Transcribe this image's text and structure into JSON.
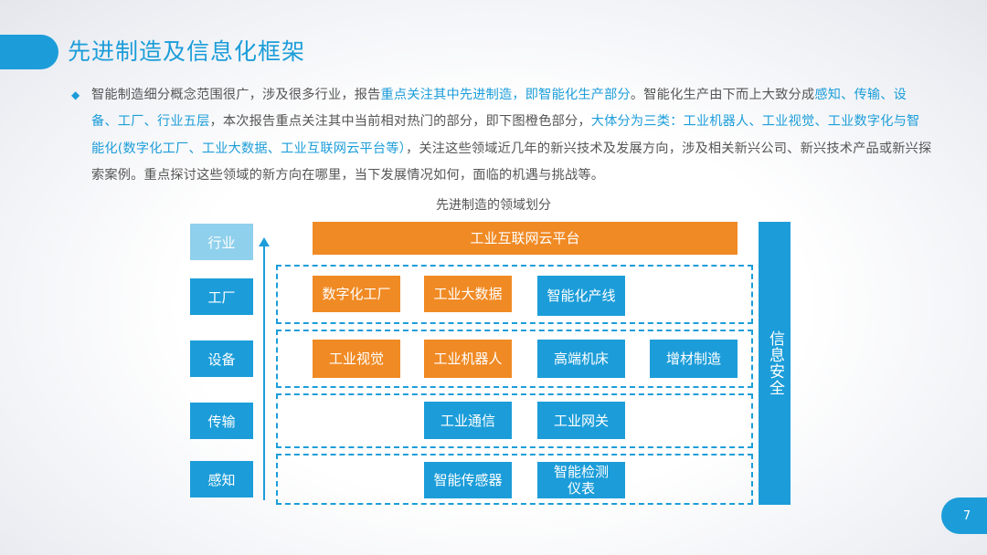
{
  "slide": {
    "title": "先进制造及信息化框架",
    "page_number": "7"
  },
  "paragraph": {
    "bullet": "◆",
    "seg1": "智能制造细分概念范围很广，涉及很多行业，报告",
    "seg2": "重点关注其中先进制造，即智能化生产部分",
    "seg3": "。智能化生产由下而上大致分成",
    "seg4": "感知、传输、设备、工厂、行业五层",
    "seg5": "，本次报告重点关注其中当前相对热门的部分，即下图橙色部分，",
    "seg6": "大体分为三类：工业机器人、工业视觉、工业数字化与智能化(数字化工厂、工业大数据、工业互联网云平台等）",
    "seg7": "，关注这些领域近几年的新兴技术及发展方向，涉及相关新兴公司、新兴技术产品或新兴探索案例。重点探讨这些领域的新方向在哪里，当下发展情况如何，面临的机遇与挑战等。"
  },
  "diagram": {
    "title": "先进制造的领域划分",
    "layers": {
      "industry": "行业",
      "factory": "工厂",
      "equipment": "设备",
      "transmission": "传输",
      "perception": "感知"
    },
    "boxes": {
      "cloud_platform": "工业互联网云平台",
      "digital_factory": "数字化工厂",
      "big_data": "工业大数据",
      "smart_line": "智能化产线",
      "vision": "工业视觉",
      "robot": "工业机器人",
      "cnc": "高端机床",
      "additive": "增材制造",
      "communication": "工业通信",
      "gateway": "工业网关",
      "sensor": "智能传感器",
      "instrument": "智能检测仪表"
    },
    "security": "信息安全"
  },
  "colors": {
    "accent_blue": "#1c9dd9",
    "light_blue": "#8fd0ec",
    "orange": "#f08a24",
    "text": "#555555"
  }
}
